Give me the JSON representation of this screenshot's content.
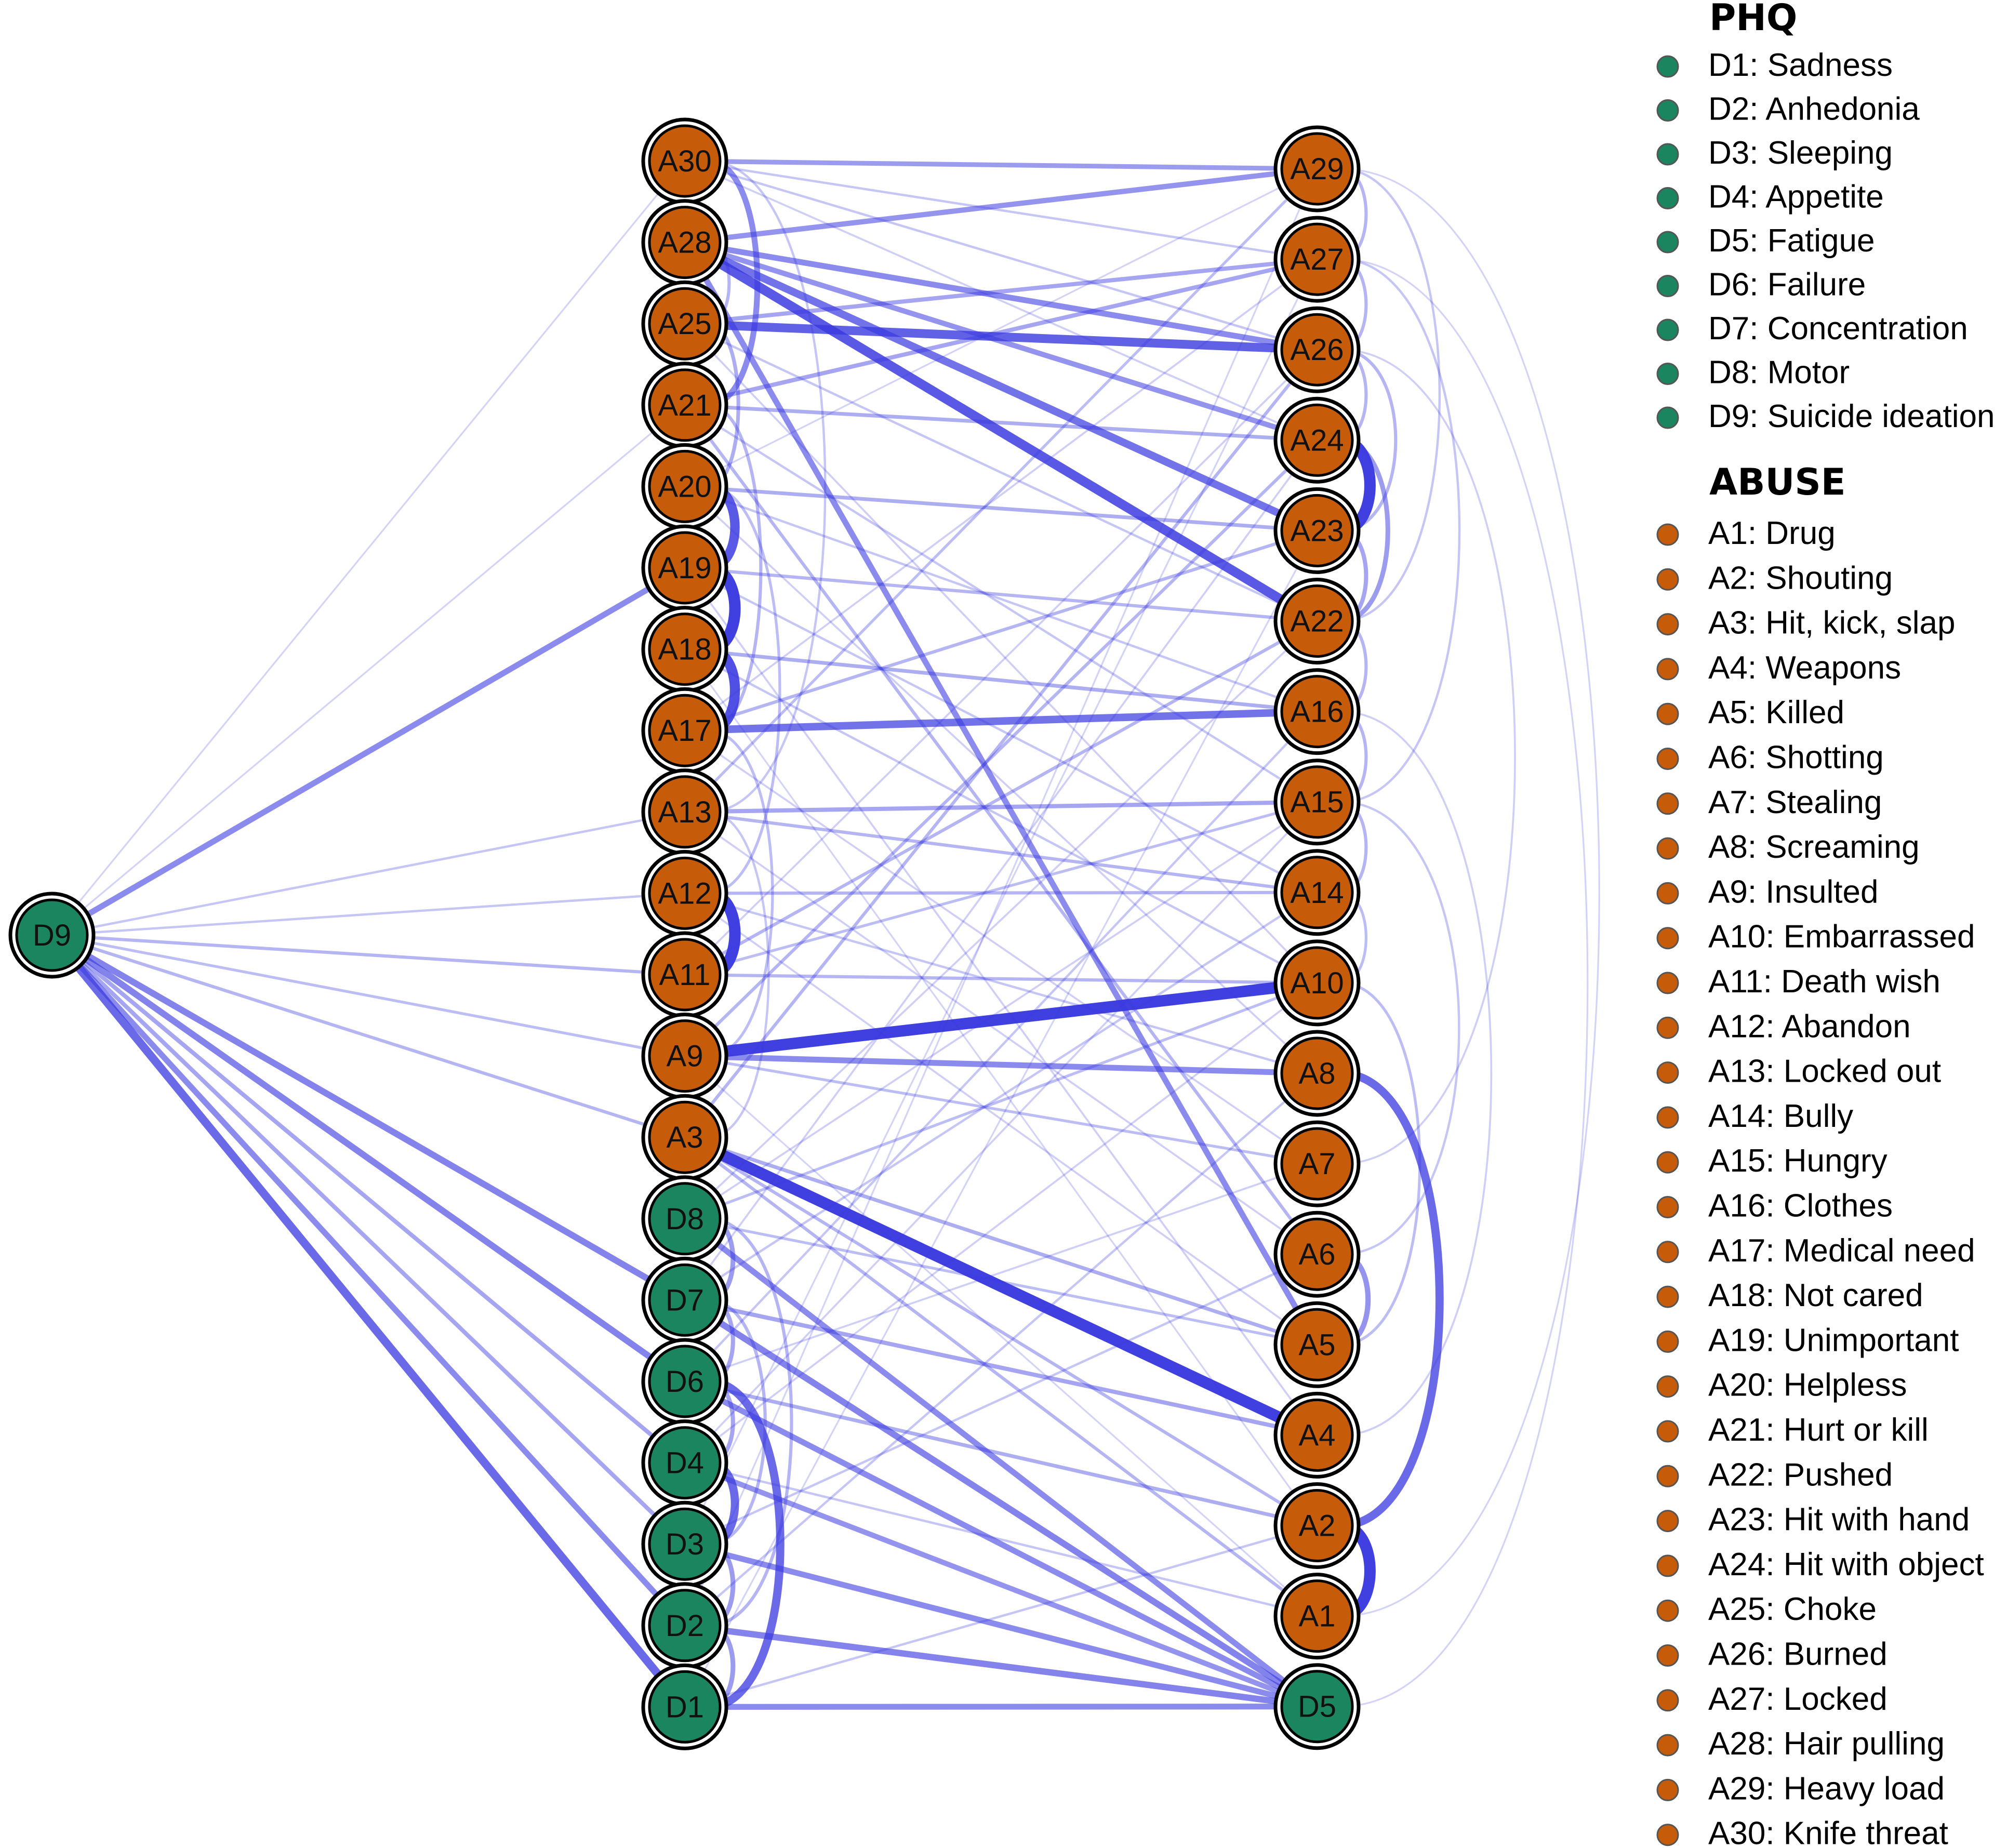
{
  "colors": {
    "phq": "#1b8560",
    "abuse": "#c65c0a",
    "edge": "#3a3ae0",
    "ring": "#000000"
  },
  "nodes": {
    "D9": {
      "label": "D9",
      "group": "phq"
    },
    "A30": {
      "label": "A30",
      "group": "abuse"
    },
    "A28": {
      "label": "A28",
      "group": "abuse"
    },
    "A25": {
      "label": "A25",
      "group": "abuse"
    },
    "A21": {
      "label": "A21",
      "group": "abuse"
    },
    "A20": {
      "label": "A20",
      "group": "abuse"
    },
    "A19": {
      "label": "A19",
      "group": "abuse"
    },
    "A18": {
      "label": "A18",
      "group": "abuse"
    },
    "A17": {
      "label": "A17",
      "group": "abuse"
    },
    "A13": {
      "label": "A13",
      "group": "abuse"
    },
    "A12": {
      "label": "A12",
      "group": "abuse"
    },
    "A11": {
      "label": "A11",
      "group": "abuse"
    },
    "A9": {
      "label": "A9",
      "group": "abuse"
    },
    "A3": {
      "label": "A3",
      "group": "abuse"
    },
    "D8": {
      "label": "D8",
      "group": "phq"
    },
    "D7": {
      "label": "D7",
      "group": "phq"
    },
    "D6": {
      "label": "D6",
      "group": "phq"
    },
    "D4": {
      "label": "D4",
      "group": "phq"
    },
    "D3": {
      "label": "D3",
      "group": "phq"
    },
    "D2": {
      "label": "D2",
      "group": "phq"
    },
    "D1": {
      "label": "D1",
      "group": "phq"
    },
    "A29": {
      "label": "A29",
      "group": "abuse"
    },
    "A27": {
      "label": "A27",
      "group": "abuse"
    },
    "A26": {
      "label": "A26",
      "group": "abuse"
    },
    "A24": {
      "label": "A24",
      "group": "abuse"
    },
    "A23": {
      "label": "A23",
      "group": "abuse"
    },
    "A22": {
      "label": "A22",
      "group": "abuse"
    },
    "A16": {
      "label": "A16",
      "group": "abuse"
    },
    "A15": {
      "label": "A15",
      "group": "abuse"
    },
    "A14": {
      "label": "A14",
      "group": "abuse"
    },
    "A10": {
      "label": "A10",
      "group": "abuse"
    },
    "A8": {
      "label": "A8",
      "group": "abuse"
    },
    "A7": {
      "label": "A7",
      "group": "abuse"
    },
    "A6": {
      "label": "A6",
      "group": "abuse"
    },
    "A5": {
      "label": "A5",
      "group": "abuse"
    },
    "A4": {
      "label": "A4",
      "group": "abuse"
    },
    "A2": {
      "label": "A2",
      "group": "abuse"
    },
    "A1": {
      "label": "A1",
      "group": "abuse"
    },
    "D5": {
      "label": "D5",
      "group": "phq"
    }
  },
  "columns": {
    "left": [
      "D9"
    ],
    "middle": [
      "A30",
      "A28",
      "A25",
      "A21",
      "A20",
      "A19",
      "A18",
      "A17",
      "A13",
      "A12",
      "A11",
      "A9",
      "A3",
      "D8",
      "D7",
      "D6",
      "D4",
      "D3",
      "D2",
      "D1"
    ],
    "right": [
      "A29",
      "A27",
      "A26",
      "A24",
      "A23",
      "A22",
      "A16",
      "A15",
      "A14",
      "A10",
      "A8",
      "A7",
      "A6",
      "A5",
      "A4",
      "A2",
      "A1",
      "D5"
    ]
  },
  "edges": [
    {
      "a": "D9",
      "b": "A19",
      "w": 0.55
    },
    {
      "a": "D9",
      "b": "A30",
      "w": 0.12
    },
    {
      "a": "D9",
      "b": "A21",
      "w": 0.12
    },
    {
      "a": "D9",
      "b": "A13",
      "w": 0.2
    },
    {
      "a": "D9",
      "b": "A12",
      "w": 0.2
    },
    {
      "a": "D9",
      "b": "A11",
      "w": 0.3
    },
    {
      "a": "D9",
      "b": "A9",
      "w": 0.25
    },
    {
      "a": "D9",
      "b": "A3",
      "w": 0.3
    },
    {
      "a": "D9",
      "b": "D7",
      "w": 0.6
    },
    {
      "a": "D9",
      "b": "D6",
      "w": 0.6
    },
    {
      "a": "D9",
      "b": "D4",
      "w": 0.4
    },
    {
      "a": "D9",
      "b": "D3",
      "w": 0.4
    },
    {
      "a": "D9",
      "b": "D2",
      "w": 0.55
    },
    {
      "a": "D9",
      "b": "D1",
      "w": 0.75
    },
    {
      "a": "A9",
      "b": "A10",
      "w": 1.0
    },
    {
      "a": "A3",
      "b": "A4",
      "w": 1.0
    },
    {
      "a": "A28",
      "b": "A22",
      "w": 0.85
    },
    {
      "a": "A25",
      "b": "A26",
      "w": 0.8
    },
    {
      "a": "A28",
      "b": "A23",
      "w": 0.7
    },
    {
      "a": "A28",
      "b": "A26",
      "w": 0.55
    },
    {
      "a": "A28",
      "b": "A24",
      "w": 0.5
    },
    {
      "a": "A17",
      "b": "A16",
      "w": 0.7
    },
    {
      "a": "A9",
      "b": "A8",
      "w": 0.55
    },
    {
      "a": "A30",
      "b": "A29",
      "w": 0.45
    },
    {
      "a": "A28",
      "b": "A29",
      "w": 0.5
    },
    {
      "a": "A25",
      "b": "A27",
      "w": 0.4
    },
    {
      "a": "A21",
      "b": "A27",
      "w": 0.4
    },
    {
      "a": "A21",
      "b": "A24",
      "w": 0.35
    },
    {
      "a": "A20",
      "b": "A23",
      "w": 0.35
    },
    {
      "a": "A19",
      "b": "A22",
      "w": 0.3
    },
    {
      "a": "A18",
      "b": "A16",
      "w": 0.35
    },
    {
      "a": "A13",
      "b": "A15",
      "w": 0.4
    },
    {
      "a": "A13",
      "b": "A14",
      "w": 0.3
    },
    {
      "a": "A12",
      "b": "A14",
      "w": 0.3
    },
    {
      "a": "A11",
      "b": "A10",
      "w": 0.3
    },
    {
      "a": "A9",
      "b": "A7",
      "w": 0.25
    },
    {
      "a": "A3",
      "b": "A5",
      "w": 0.35
    },
    {
      "a": "A3",
      "b": "A2",
      "w": 0.3
    },
    {
      "a": "A3",
      "b": "A1",
      "w": 0.3
    },
    {
      "a": "A28",
      "b": "A5",
      "w": 0.55
    },
    {
      "a": "A21",
      "b": "A6",
      "w": 0.3
    },
    {
      "a": "A3",
      "b": "A26",
      "w": 0.3
    },
    {
      "a": "A9",
      "b": "A24",
      "w": 0.3
    },
    {
      "a": "A11",
      "b": "A22",
      "w": 0.3
    },
    {
      "a": "A13",
      "b": "A29",
      "w": 0.25
    },
    {
      "a": "A17",
      "b": "A23",
      "w": 0.3
    },
    {
      "a": "A20",
      "b": "A16",
      "w": 0.2
    },
    {
      "a": "A12",
      "b": "A8",
      "w": 0.2
    },
    {
      "a": "A11",
      "b": "A15",
      "w": 0.25
    },
    {
      "a": "A18",
      "b": "A10",
      "w": 0.2
    },
    {
      "a": "A19",
      "b": "A14",
      "w": 0.2
    },
    {
      "a": "A21",
      "b": "A15",
      "w": 0.2
    },
    {
      "a": "A30",
      "b": "A27",
      "w": 0.2
    },
    {
      "a": "A30",
      "b": "A26",
      "w": 0.2
    },
    {
      "a": "A30",
      "b": "A24",
      "w": 0.15
    },
    {
      "a": "A25",
      "b": "A22",
      "w": 0.2
    },
    {
      "a": "A20",
      "b": "A8",
      "w": 0.15
    },
    {
      "a": "A17",
      "b": "A7",
      "w": 0.15
    },
    {
      "a": "A13",
      "b": "A6",
      "w": 0.15
    },
    {
      "a": "A12",
      "b": "A5",
      "w": 0.15
    },
    {
      "a": "A19",
      "b": "A4",
      "w": 0.15
    },
    {
      "a": "A18",
      "b": "A2",
      "w": 0.12
    },
    {
      "a": "A9",
      "b": "A1",
      "w": 0.12
    },
    {
      "a": "A25",
      "b": "A10",
      "w": 0.15
    },
    {
      "a": "A20",
      "b": "A29",
      "w": 0.12
    },
    {
      "a": "A17",
      "b": "A27",
      "w": 0.15
    },
    {
      "a": "A11",
      "b": "A26",
      "w": 0.15
    },
    {
      "a": "D8",
      "b": "D5",
      "w": 0.55
    },
    {
      "a": "D7",
      "b": "D5",
      "w": 0.6
    },
    {
      "a": "D6",
      "b": "D5",
      "w": 0.55
    },
    {
      "a": "D4",
      "b": "D5",
      "w": 0.5
    },
    {
      "a": "D3",
      "b": "D5",
      "w": 0.55
    },
    {
      "a": "D2",
      "b": "D5",
      "w": 0.6
    },
    {
      "a": "D1",
      "b": "D5",
      "w": 0.55
    },
    {
      "a": "D7",
      "b": "A4",
      "w": 0.4
    },
    {
      "a": "D6",
      "b": "A2",
      "w": 0.35
    },
    {
      "a": "D8",
      "b": "A5",
      "w": 0.25
    },
    {
      "a": "D8",
      "b": "A10",
      "w": 0.25
    },
    {
      "a": "D7",
      "b": "A14",
      "w": 0.2
    },
    {
      "a": "D6",
      "b": "A16",
      "w": 0.2
    },
    {
      "a": "D4",
      "b": "A1",
      "w": 0.2
    },
    {
      "a": "D3",
      "b": "A6",
      "w": 0.2
    },
    {
      "a": "D2",
      "b": "A8",
      "w": 0.2
    },
    {
      "a": "D1",
      "b": "A2",
      "w": 0.2
    },
    {
      "a": "D8",
      "b": "A22",
      "w": 0.15
    },
    {
      "a": "D7",
      "b": "A24",
      "w": 0.15
    },
    {
      "a": "D4",
      "b": "A15",
      "w": 0.15
    },
    {
      "a": "D3",
      "b": "A27",
      "w": 0.12
    },
    {
      "a": "D2",
      "b": "A29",
      "w": 0.12
    },
    {
      "a": "D1",
      "b": "A23",
      "w": 0.12
    },
    {
      "a": "D6",
      "b": "A7",
      "w": 0.15
    },
    {
      "a": "D8",
      "b": "A15",
      "w": 0.15
    },
    {
      "a": "D4",
      "b": "A10",
      "w": 0.15
    }
  ],
  "arcs": [
    {
      "a": "A30",
      "b": "A21",
      "side": 1,
      "w": 0.55,
      "bulge": 70
    },
    {
      "a": "A28",
      "b": "A25",
      "side": 1,
      "w": 0.3,
      "bulge": 35
    },
    {
      "a": "A25",
      "b": "A20",
      "side": 1,
      "w": 0.35,
      "bulge": 40
    },
    {
      "a": "A20",
      "b": "A19",
      "side": 1,
      "w": 0.85,
      "bulge": 50
    },
    {
      "a": "A19",
      "b": "A18",
      "side": 1,
      "w": 1.0,
      "bulge": 50
    },
    {
      "a": "A18",
      "b": "A17",
      "side": 1,
      "w": 0.9,
      "bulge": 50
    },
    {
      "a": "A12",
      "b": "A11",
      "side": 1,
      "w": 1.0,
      "bulge": 50
    },
    {
      "a": "A21",
      "b": "A17",
      "side": 1,
      "w": 0.3,
      "bulge": 60
    },
    {
      "a": "A20",
      "b": "A12",
      "side": 1,
      "w": 0.25,
      "bulge": 90
    },
    {
      "a": "A17",
      "b": "A9",
      "side": 1,
      "w": 0.25,
      "bulge": 90
    },
    {
      "a": "A13",
      "b": "A3",
      "side": 1,
      "w": 0.2,
      "bulge": 80
    },
    {
      "a": "A30",
      "b": "A13",
      "side": 1,
      "w": 0.2,
      "bulge": 150
    },
    {
      "a": "D8",
      "b": "D7",
      "side": 1,
      "w": 0.45,
      "bulge": 45
    },
    {
      "a": "D7",
      "b": "D6",
      "side": 1,
      "w": 0.4,
      "bulge": 45
    },
    {
      "a": "D6",
      "b": "D4",
      "side": 1,
      "w": 0.4,
      "bulge": 45
    },
    {
      "a": "D4",
      "b": "D3",
      "side": 1,
      "w": 0.75,
      "bulge": 50
    },
    {
      "a": "D3",
      "b": "D2",
      "side": 1,
      "w": 0.45,
      "bulge": 45
    },
    {
      "a": "D2",
      "b": "D1",
      "side": 1,
      "w": 0.45,
      "bulge": 45
    },
    {
      "a": "D6",
      "b": "D1",
      "side": 1,
      "w": 0.75,
      "bulge": 110
    },
    {
      "a": "D8",
      "b": "D2",
      "side": 1,
      "w": 0.3,
      "bulge": 120
    },
    {
      "a": "D7",
      "b": "D3",
      "side": 1,
      "w": 0.3,
      "bulge": 90
    },
    {
      "a": "A29",
      "b": "A27",
      "side": 1,
      "w": 0.3,
      "bulge": 45
    },
    {
      "a": "A27",
      "b": "A26",
      "side": 1,
      "w": 0.3,
      "bulge": 45
    },
    {
      "a": "A26",
      "b": "A24",
      "side": 1,
      "w": 0.3,
      "bulge": 45
    },
    {
      "a": "A24",
      "b": "A23",
      "side": 1,
      "w": 1.0,
      "bulge": 55
    },
    {
      "a": "A23",
      "b": "A22",
      "side": 1,
      "w": 0.4,
      "bulge": 45
    },
    {
      "a": "A22",
      "b": "A16",
      "side": 1,
      "w": 0.3,
      "bulge": 45
    },
    {
      "a": "A16",
      "b": "A15",
      "side": 1,
      "w": 0.3,
      "bulge": 45
    },
    {
      "a": "A15",
      "b": "A14",
      "side": 1,
      "w": 0.3,
      "bulge": 45
    },
    {
      "a": "A14",
      "b": "A10",
      "side": 1,
      "w": 0.25,
      "bulge": 45
    },
    {
      "a": "A6",
      "b": "A5",
      "side": 1,
      "w": 0.5,
      "bulge": 50
    },
    {
      "a": "A2",
      "b": "A1",
      "side": 1,
      "w": 1.0,
      "bulge": 55
    },
    {
      "a": "A8",
      "b": "A2",
      "side": 1,
      "w": 0.75,
      "bulge": 150
    },
    {
      "a": "A24",
      "b": "A22",
      "side": 1,
      "w": 0.45,
      "bulge": 80
    },
    {
      "a": "A26",
      "b": "A23",
      "side": 1,
      "w": 0.3,
      "bulge": 100
    },
    {
      "a": "A29",
      "b": "A22",
      "side": 1,
      "w": 0.2,
      "bulge": 150
    },
    {
      "a": "A27",
      "b": "A15",
      "side": 1,
      "w": 0.2,
      "bulge": 180
    },
    {
      "a": "A10",
      "b": "A5",
      "side": 1,
      "w": 0.25,
      "bulge": 120
    },
    {
      "a": "A15",
      "b": "A6",
      "side": 1,
      "w": 0.2,
      "bulge": 200
    },
    {
      "a": "A29",
      "b": "A1",
      "side": 1,
      "w": 0.12,
      "bulge": 330
    },
    {
      "a": "A27",
      "b": "D5",
      "side": 1,
      "w": 0.12,
      "bulge": 300
    },
    {
      "a": "A26",
      "b": "A7",
      "side": 1,
      "w": 0.15,
      "bulge": 260
    },
    {
      "a": "A16",
      "b": "A4",
      "side": 1,
      "w": 0.15,
      "bulge": 220
    }
  ],
  "legend": {
    "phq": {
      "title": "PHQ",
      "items": [
        "D1: Sadness",
        "D2: Anhedonia",
        "D3: Sleeping",
        "D4: Appetite",
        "D5: Fatigue",
        "D6: Failure",
        "D7: Concentration",
        "D8: Motor",
        "D9: Suicide ideation"
      ]
    },
    "abuse": {
      "title": "ABUSE",
      "items": [
        "A1: Drug",
        "A2: Shouting",
        "A3: Hit, kick, slap",
        "A4: Weapons",
        "A5: Killed",
        "A6: Shotting",
        "A7: Stealing",
        "A8: Screaming",
        "A9: Insulted",
        "A10: Embarrassed",
        "A11: Death wish",
        "A12: Abandon",
        "A13: Locked out",
        "A14: Bully",
        "A15: Hungry",
        "A16: Clothes",
        "A17: Medical need",
        "A18: Not cared",
        "A19: Unimportant",
        "A20: Helpless",
        "A21: Hurt or kill",
        "A22: Pushed",
        "A23: Hit with hand",
        "A24: Hit with object",
        "A25: Choke",
        "A26: Burned",
        "A27: Locked",
        "A28: Hair pulling",
        "A29: Heavy load",
        "A30: Knife threat"
      ]
    }
  }
}
